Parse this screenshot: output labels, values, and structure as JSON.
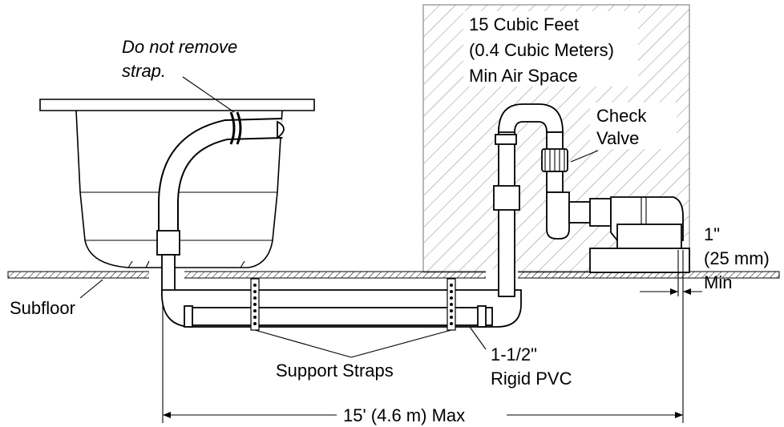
{
  "labels": {
    "strap_note_line1": "Do not  remove",
    "strap_note_line2": "strap.",
    "air_space_line1": "15 Cubic Feet",
    "air_space_line2": "(0.4 Cubic Meters)",
    "air_space_line3": "Min Air Space",
    "check_valve_line1": "Check",
    "check_valve_line2": "Valve",
    "clearance_line1": "1\"",
    "clearance_line2": "(25 mm)",
    "clearance_line3": "Min",
    "subfloor": "Subfloor",
    "support_straps": "Support Straps",
    "pipe_spec_line1": "1-1/2\"",
    "pipe_spec_line2": "Rigid PVC",
    "max_distance": "15' (4.6 m) Max"
  },
  "colors": {
    "line": "#000000",
    "hatch": "#8a8a8a",
    "background": "#ffffff"
  }
}
